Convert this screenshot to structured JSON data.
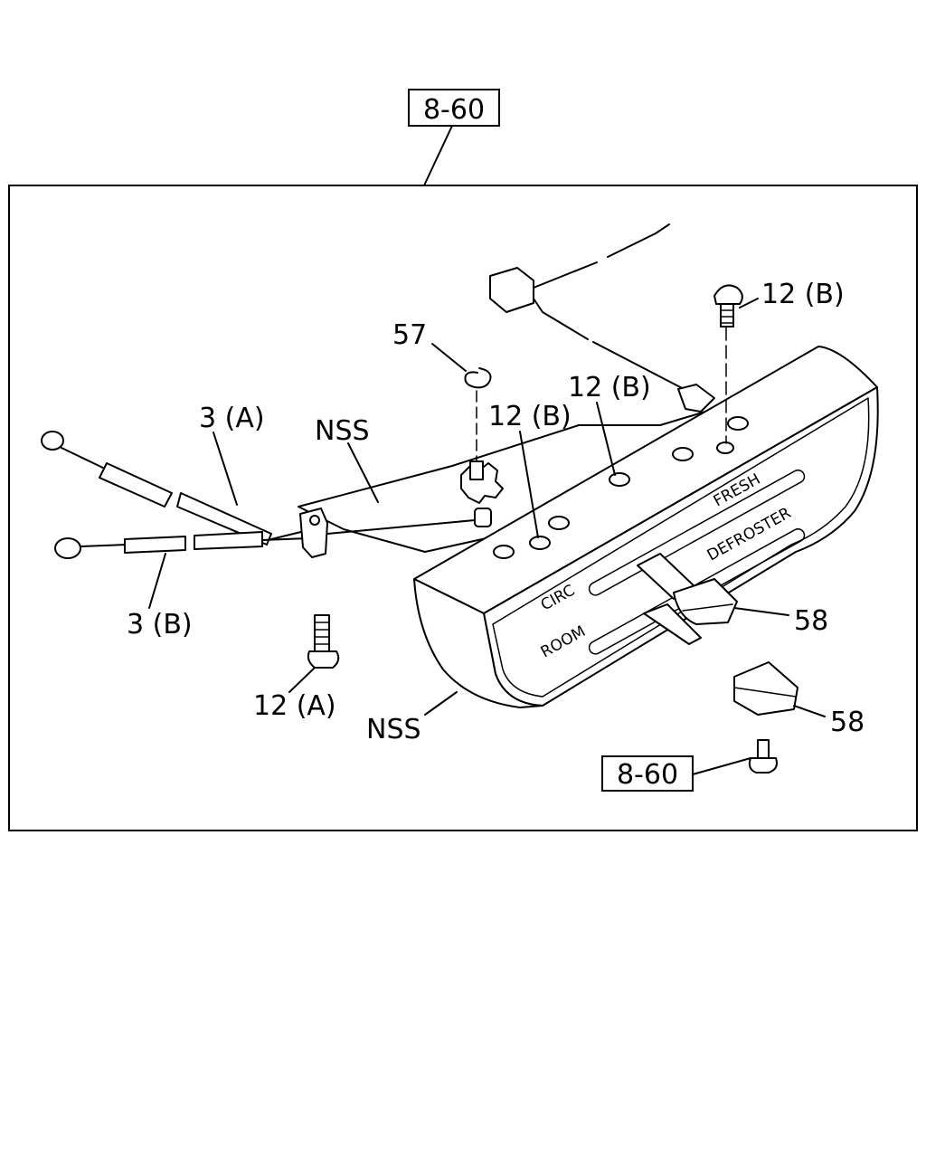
{
  "references": {
    "top_ref": "8-60",
    "bottom_ref": "8-60"
  },
  "callouts": {
    "c57": "57",
    "c12b_top": "12 (B)",
    "c12b_mid": "12 (B)",
    "c12b_left": "12 (B)",
    "c3a": "3 (A)",
    "c3b": "3 (B)",
    "nss_top": "NSS",
    "nss_bottom": "NSS",
    "c12a": "12 (A)",
    "c58_top": "58",
    "c58_bottom": "58"
  },
  "panel_labels": {
    "fresh": "FRESH",
    "defroster": "DEFROSTER",
    "circ": "CIRC",
    "room": "ROOM"
  }
}
